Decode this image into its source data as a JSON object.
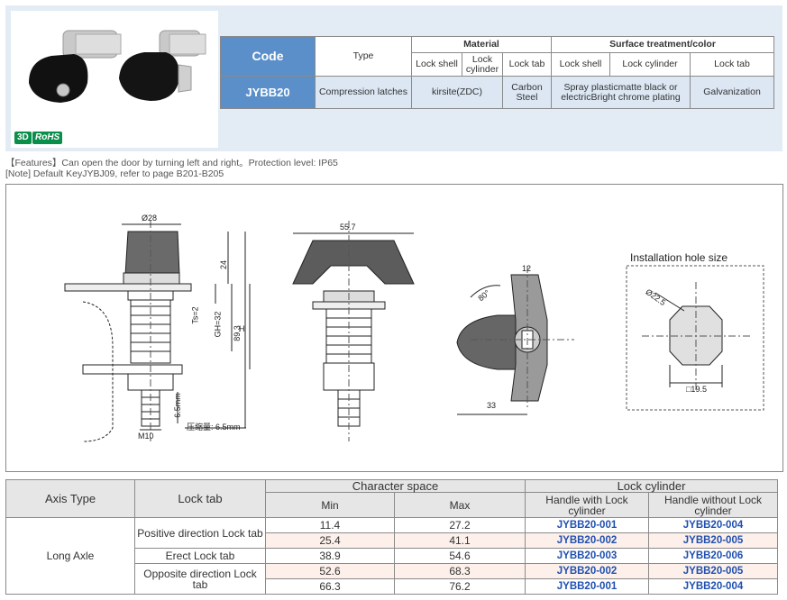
{
  "badges": {
    "three_d": "3D",
    "rohs": "RoHS"
  },
  "spec_table": {
    "code_header": "Code",
    "type_header": "Type",
    "material_header": "Material",
    "surface_header": "Surface treatment/color",
    "material_cols": [
      "Lock shell",
      "Lock cylinder",
      "Lock tab"
    ],
    "surface_cols": [
      "Lock shell",
      "Lock cylinder",
      "Lock tab"
    ],
    "row": {
      "code": "JYBB20",
      "type": "Compression latches",
      "material_shell_cylinder": "kirsite(ZDC)",
      "material_tab": "Carbon Steel",
      "surface_shell_cylinder": "Spray plasticmatte black or electricBright chrome plating",
      "surface_tab": "Galvanization"
    }
  },
  "notes": {
    "features": "【Features】Can open the door by turning left and right。Protection level: IP65",
    "note": "[Note] Default KeyJYBJ09, refer to page B201-B205"
  },
  "drawing": {
    "d1_dia": "Ø28",
    "d1_h24": "24",
    "d1_ts": "Ts=2",
    "d1_gh": "GH=32",
    "d1_h": "H",
    "d1_total": "89.3",
    "d1_travel": "6.5mm",
    "d1_thread": "M10",
    "d1_compress": "压缩量: 6.5mm",
    "d2_width": "55.7",
    "d3_width12": "12",
    "d3_angle": "80°",
    "d3_width33": "33",
    "install_title": "Installation hole size",
    "install_dia": "Ø22.5",
    "install_sq": "□19.5"
  },
  "lock_table": {
    "h_axis": "Axis Type",
    "h_tab": "Lock tab",
    "h_space": "Character space",
    "h_cyl": "Lock cylinder",
    "h_min": "Min",
    "h_max": "Max",
    "h_with": "Handle with Lock cylinder",
    "h_without": "Handle without Lock cylinder",
    "axis": "Long Axle",
    "tab_positive": "Positive direction Lock tab",
    "tab_erect": "Erect Lock tab",
    "tab_opposite": "Opposite direction Lock tab",
    "rows": [
      {
        "min": "11.4",
        "max": "27.2",
        "with": "JYBB20-001",
        "without": "JYBB20-004"
      },
      {
        "min": "25.4",
        "max": "41.1",
        "with": "JYBB20-002",
        "without": "JYBB20-005"
      },
      {
        "min": "38.9",
        "max": "54.6",
        "with": "JYBB20-003",
        "without": "JYBB20-006"
      },
      {
        "min": "52.6",
        "max": "68.3",
        "with": "JYBB20-002",
        "without": "JYBB20-005"
      },
      {
        "min": "66.3",
        "max": "76.2",
        "with": "JYBB20-001",
        "without": "JYBB20-004"
      }
    ]
  }
}
